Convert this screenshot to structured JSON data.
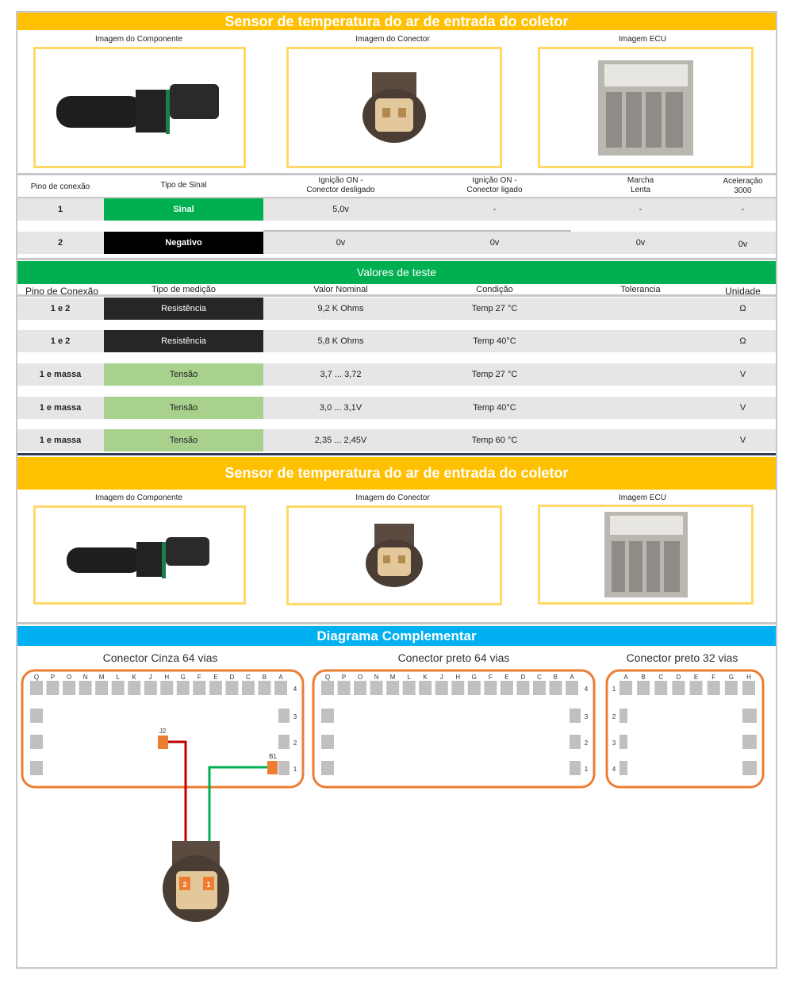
{
  "title": "Sensor de temperatura do ar de entrada do coletor",
  "image_labels": [
    "Imagem do Componente",
    "Imagem do Conector",
    "Imagem ECU"
  ],
  "signal_table": {
    "headers": [
      "Pino de conexão",
      "Tipo de Sinal",
      "Ignição ON -\nConector desligado",
      "Ignição ON -\nConector ligado",
      "Marcha\nLenta",
      "Aceleração\n3000"
    ],
    "rows": [
      {
        "pin": "1",
        "type": "Sinal",
        "c1": "5,0v",
        "c2": "-",
        "c3": "-",
        "c4": "-"
      },
      {
        "pin": "2",
        "type": "Negativo",
        "c1": "0v",
        "c2": "0v",
        "c3": "0v",
        "c4": "0v"
      }
    ]
  },
  "test_values": {
    "title": "Valores de teste",
    "headers": [
      "Pino de Conexão",
      "Tipo de medição",
      "Valor Nominal",
      "Condição",
      "Tolerancia",
      "Unidade"
    ],
    "rows": [
      {
        "pin": "1 e 2",
        "type": "Resistência",
        "nominal": "9,2 K Ohms",
        "cond": "Temp 27 °C",
        "tol": "",
        "unit": "Ω"
      },
      {
        "pin": "1 e 2",
        "type": "Resistência",
        "nominal": "5,8 K Ohms",
        "cond": "Temp 40°C",
        "tol": "",
        "unit": "Ω"
      },
      {
        "pin": "1 e massa",
        "type": "Tensão",
        "nominal": "3,7 ... 3,72",
        "cond": "Temp 27 °C",
        "tol": "",
        "unit": "V"
      },
      {
        "pin": "1 e massa",
        "type": "Tensão",
        "nominal": "3,0 ... 3,1V",
        "cond": "Temp 40°C",
        "tol": "",
        "unit": "V"
      },
      {
        "pin": "1 e massa",
        "type": "Tensão",
        "nominal": "2,35 ... 2,45V",
        "cond": "Temp 60 °C",
        "tol": "",
        "unit": "V"
      }
    ]
  },
  "diagram": {
    "title": "Diagrama Complementar",
    "connectors": [
      {
        "name": "Conector Cinza 64 vias",
        "cols": [
          "Q",
          "P",
          "O",
          "N",
          "M",
          "L",
          "K",
          "J",
          "H",
          "G",
          "F",
          "E",
          "D",
          "C",
          "B",
          "A"
        ],
        "rows": [
          "4",
          "3",
          "2",
          "1"
        ]
      },
      {
        "name": "Conector preto 64 vias",
        "cols": [
          "Q",
          "P",
          "O",
          "N",
          "M",
          "L",
          "K",
          "J",
          "H",
          "G",
          "F",
          "E",
          "D",
          "C",
          "B",
          "A"
        ],
        "rows": [
          "4",
          "3",
          "2",
          "1"
        ]
      },
      {
        "name": "Conector preto 32 vias",
        "cols": [
          "A",
          "B",
          "C",
          "D",
          "E",
          "F",
          "G",
          "H"
        ],
        "rows": [
          "1",
          "2",
          "3",
          "4"
        ]
      }
    ],
    "pins": {
      "j2": "J2",
      "b1": "B1",
      "sensor_pin2": "2",
      "sensor_pin1": "1"
    },
    "colors": {
      "orange": "#ed7d31",
      "red": "#c00000",
      "green": "#00b050",
      "blue": "#00b0f0"
    }
  }
}
